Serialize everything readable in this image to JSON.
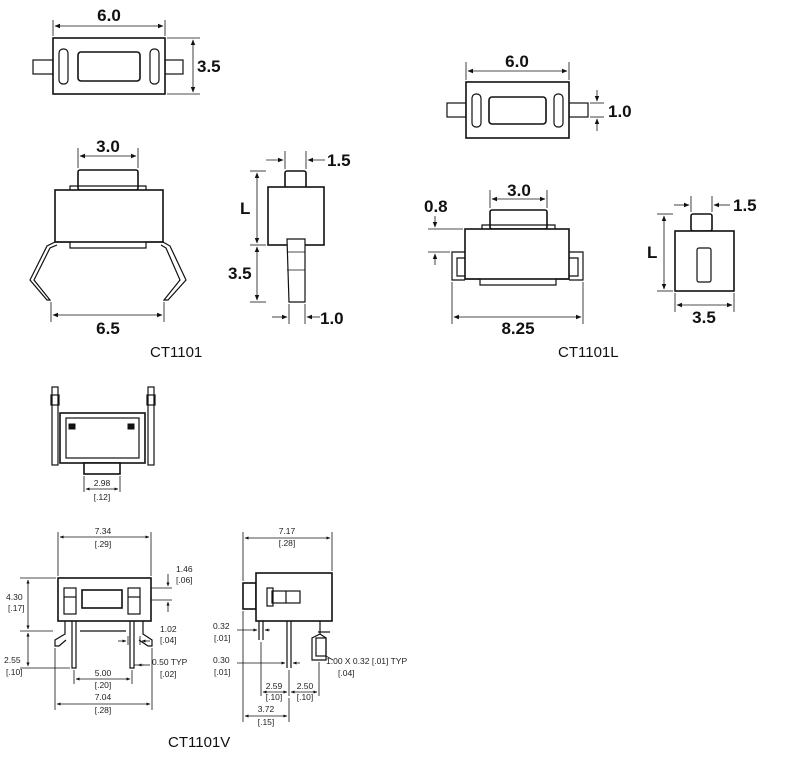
{
  "models": {
    "ct1101": "CT1101",
    "ct1101l": "CT1101L",
    "ct1101v": "CT1101V"
  },
  "ct1101": {
    "top_width": "6.0",
    "top_height": "3.5",
    "actuator_width": "3.0",
    "body_width": "6.5",
    "side_actuator": "1.5",
    "side_l": "L",
    "side_height": "3.5",
    "side_pin": "1.0"
  },
  "ct1101l": {
    "top_width": "6.0",
    "top_pin": "1.0",
    "actuator_width": "3.0",
    "offset": "0.8",
    "body_width": "8.25",
    "side_actuator": "1.5",
    "side_l": "L",
    "side_width": "3.5"
  },
  "ct1101v": {
    "top_width_mm": "2.98",
    "top_width_in": "[.12]",
    "front_width_mm": "7.34",
    "front_width_in": "[.29]",
    "front_height_mm": "4.30",
    "front_height_in": "[.17]",
    "lead_len_mm": "2.55",
    "lead_len_in": "[.10]",
    "act_mm": "1.46",
    "act_in": "[.06]",
    "gap_mm": "1.02",
    "gap_in": "[.04]",
    "pitch_mm": "5.00",
    "pitch_in": "[.20]",
    "pin_typ_mm": "0.50 TYP",
    "pin_typ_in": "[.02]",
    "base_width_mm": "7.04",
    "base_width_in": "[.28]",
    "side_width_mm": "7.17",
    "side_width_in": "[.28]",
    "pin_a_mm": "0.32",
    "pin_a_in": "[.01]",
    "pin_b_mm": "0.30",
    "pin_b_in": "[.01]",
    "lead_mm": "1.00 X 0.32 [.01] TYP",
    "lead_in": "[.04]",
    "sp1_mm": "2.59",
    "sp1_in": "[.10]",
    "sp2_mm": "2.50",
    "sp2_in": "[.10]",
    "overall_mm": "3.72",
    "overall_in": "[.15]"
  }
}
